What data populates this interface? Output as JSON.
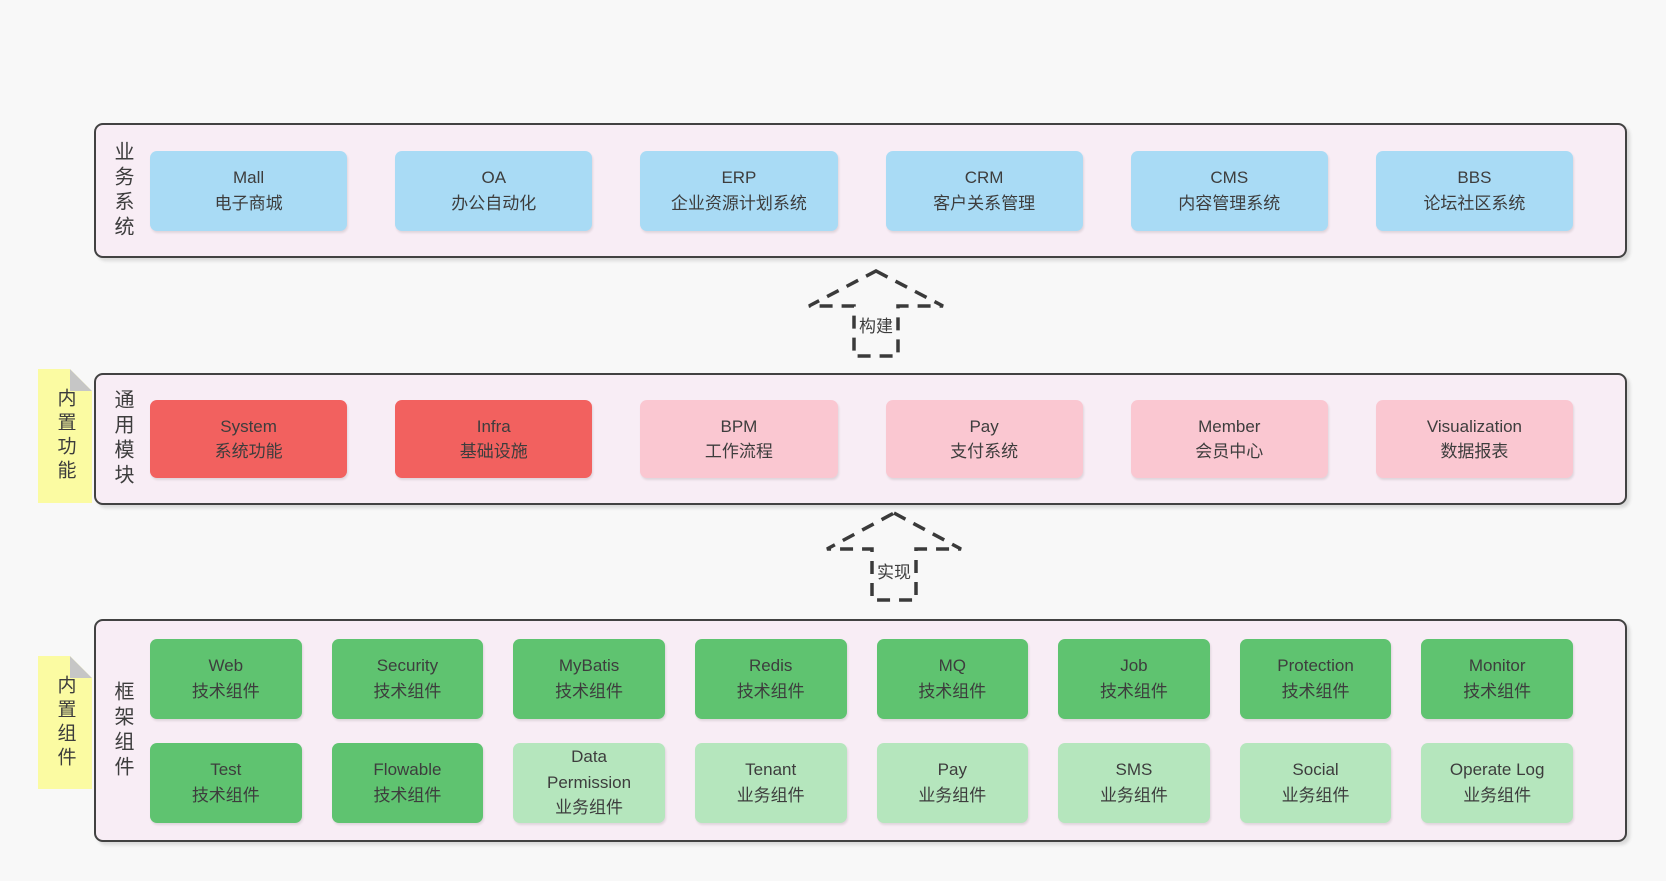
{
  "colors": {
    "page_bg": "#f8f8f8",
    "panel_bg": "#f8edf5",
    "panel_border": "#424242",
    "blue": "#a9dbf5",
    "red": "#f2615f",
    "pink": "#fac7d1",
    "green": "#5fc370",
    "light_green": "#b5e6bd",
    "sticky_yellow": "#fbfba2",
    "sticky_fold": "#c6c6c6",
    "text": "#3d3d3d"
  },
  "sections": {
    "business": {
      "label": "业务系统",
      "boxes": [
        {
          "en": "Mall",
          "zh": "电子商城"
        },
        {
          "en": "OA",
          "zh": "办公自动化"
        },
        {
          "en": "ERP",
          "zh": "企业资源计划系统"
        },
        {
          "en": "CRM",
          "zh": "客户关系管理"
        },
        {
          "en": "CMS",
          "zh": "内容管理系统"
        },
        {
          "en": "BBS",
          "zh": "论坛社区系统"
        }
      ]
    },
    "modules": {
      "label": "通用模块",
      "sticky": "内置功能",
      "boxes": [
        {
          "en": "System",
          "zh": "系统功能"
        },
        {
          "en": "Infra",
          "zh": "基础设施"
        },
        {
          "en": "BPM",
          "zh": "工作流程"
        },
        {
          "en": "Pay",
          "zh": "支付系统"
        },
        {
          "en": "Member",
          "zh": "会员中心"
        },
        {
          "en": "Visualization",
          "zh": "数据报表"
        }
      ]
    },
    "framework": {
      "label": "框架组件",
      "sticky": "内置组件",
      "row1": [
        {
          "en": "Web",
          "zh": "技术组件"
        },
        {
          "en": "Security",
          "zh": "技术组件"
        },
        {
          "en": "MyBatis",
          "zh": "技术组件"
        },
        {
          "en": "Redis",
          "zh": "技术组件"
        },
        {
          "en": "MQ",
          "zh": "技术组件"
        },
        {
          "en": "Job",
          "zh": "技术组件"
        },
        {
          "en": "Protection",
          "zh": "技术组件"
        },
        {
          "en": "Monitor",
          "zh": "技术组件"
        }
      ],
      "row2": [
        {
          "en": "Test",
          "zh": "技术组件"
        },
        {
          "en": "Flowable",
          "zh": "技术组件"
        },
        {
          "en": "Data\nPermission",
          "zh": "业务组件"
        },
        {
          "en": "Tenant",
          "zh": "业务组件"
        },
        {
          "en": "Pay",
          "zh": "业务组件"
        },
        {
          "en": "SMS",
          "zh": "业务组件"
        },
        {
          "en": "Social",
          "zh": "业务组件"
        },
        {
          "en": "Operate Log",
          "zh": "业务组件"
        }
      ]
    }
  },
  "arrows": [
    {
      "label": "构建"
    },
    {
      "label": "实现"
    }
  ]
}
